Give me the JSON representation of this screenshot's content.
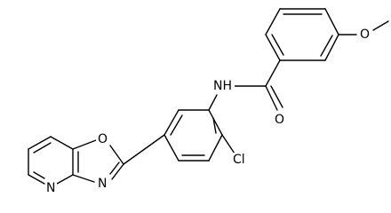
{
  "molecule": {
    "atom_labels": {
      "methoxy_o": "O",
      "amide_nh": "NH",
      "carbonyl_o": "O",
      "chloro": "Cl",
      "oxazole_o": "O",
      "oxazole_n": "N",
      "pyridine_n": "N"
    }
  }
}
